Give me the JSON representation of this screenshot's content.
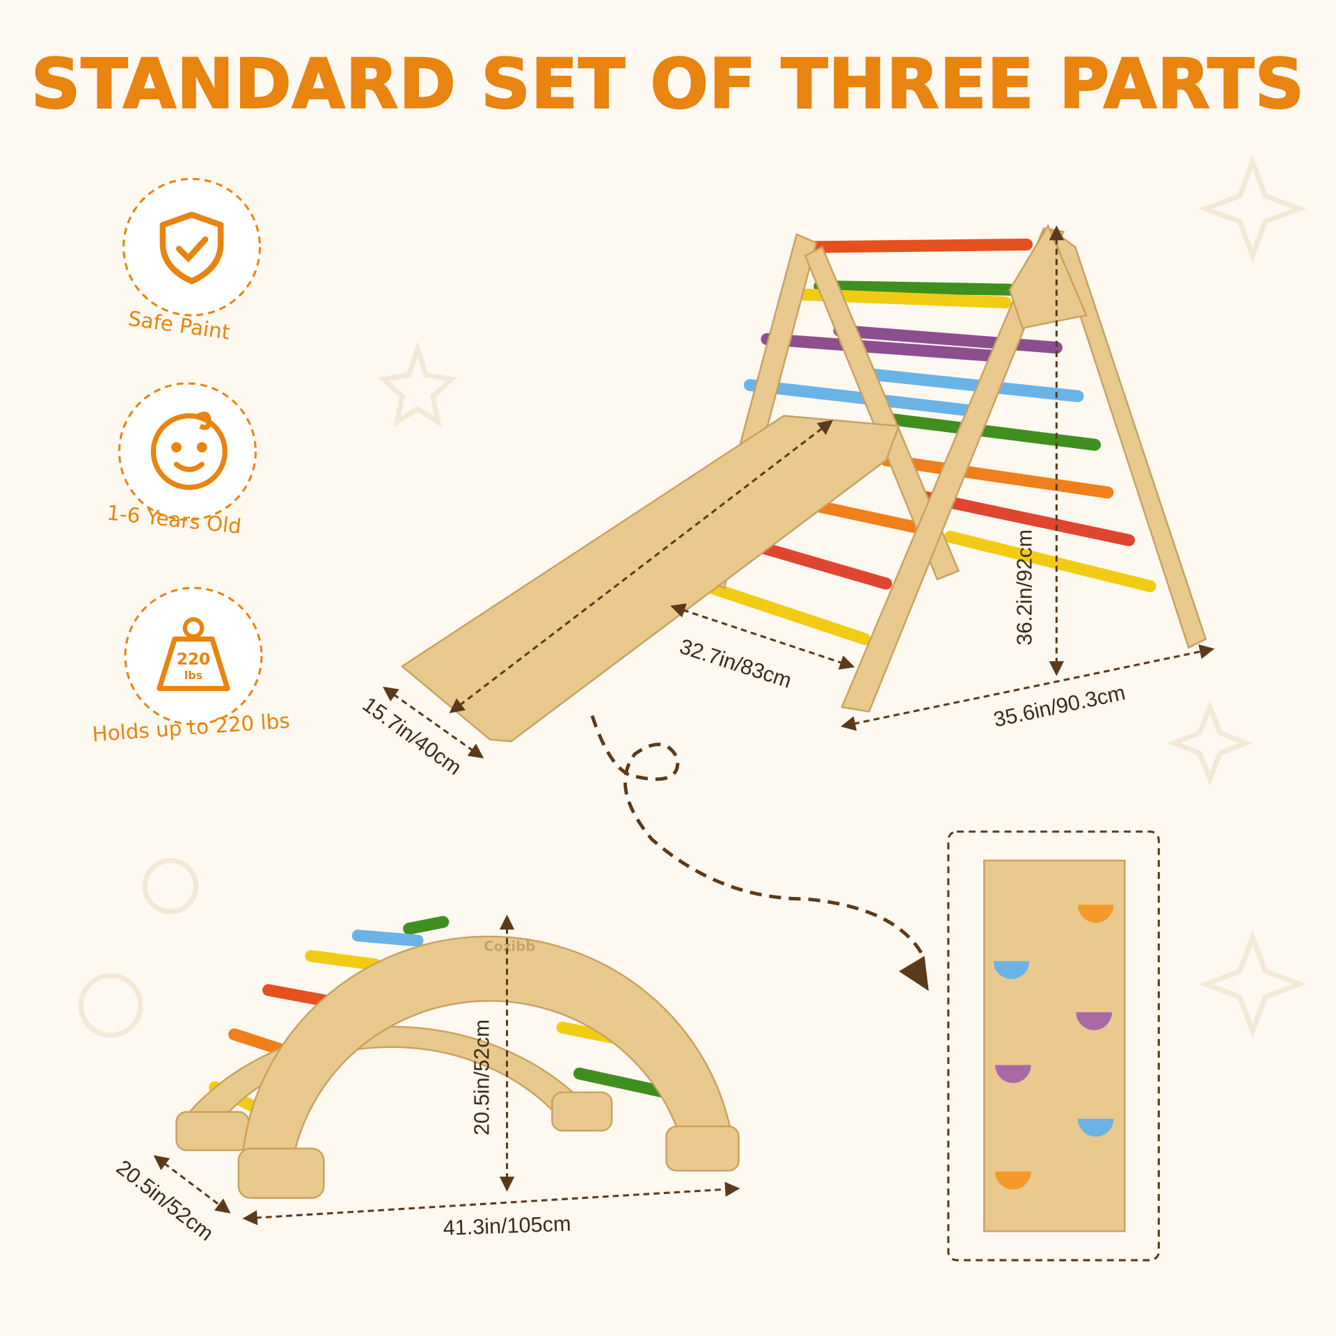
{
  "title": "STANDARD SET OF THREE PARTS",
  "features": [
    {
      "icon": "shield-check-icon",
      "label": "Safe Paint"
    },
    {
      "icon": "baby-face-icon",
      "label": "1-6 Years Old"
    },
    {
      "icon": "weight-icon",
      "label": "Holds up to 220 lbs",
      "icon_text": "220",
      "icon_unit": "lbs"
    }
  ],
  "triangle_dimensions": {
    "ramp_width": "15.7in/40cm",
    "ramp_length": "32.7in/83cm",
    "height": "36.2in/92cm",
    "base": "35.6in/90.3cm"
  },
  "arch_dimensions": {
    "depth": "20.5in/52cm",
    "height": "20.5in/52cm",
    "length": "41.3in/105cm"
  },
  "brand_logo": "Cozibb",
  "colors": {
    "accent": "#e8840f",
    "dimension_line": "#5a3a1a",
    "background": "#fdf8f0",
    "wood": "#e9c98d"
  }
}
